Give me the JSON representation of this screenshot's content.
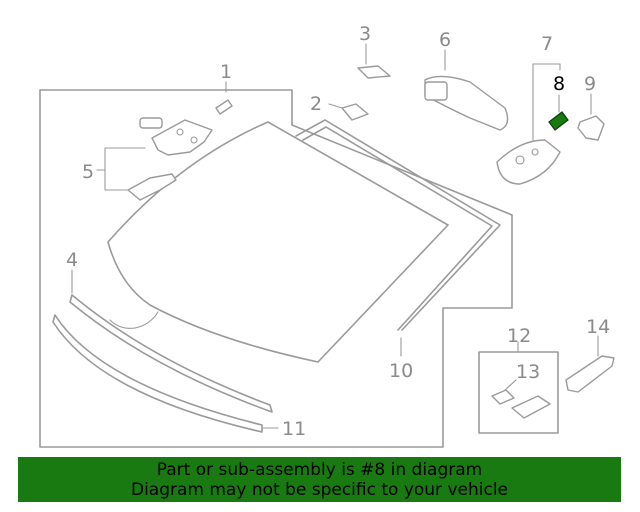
{
  "callouts": {
    "c1": "1",
    "c2": "2",
    "c3": "3",
    "c4": "4",
    "c5": "5",
    "c6": "6",
    "c7": "7",
    "c8": "8",
    "c9": "9",
    "c10": "10",
    "c11": "11",
    "c12": "12",
    "c13": "13",
    "c14": "14"
  },
  "highlighted_part": "8",
  "colors": {
    "line": "#9a9a9a",
    "highlight_fill": "#1a7a12",
    "banner": "#1a7a12"
  },
  "banner": {
    "line1": "Part or sub-assembly is #8 in diagram",
    "line2": "Diagram may not be specific to your vehicle"
  }
}
